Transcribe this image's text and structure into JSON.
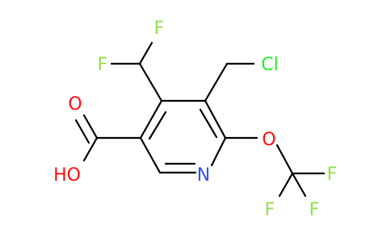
{
  "molecule": {
    "atoms": {
      "F_top": {
        "label": "F",
        "color": "#90E050"
      },
      "F_left": {
        "label": "F",
        "color": "#90E050"
      },
      "Cl": {
        "label": "Cl",
        "color": "#1FF01F"
      },
      "O_carbonyl": {
        "label": "O",
        "color": "#FF0D0D"
      },
      "OH": {
        "label": "HO",
        "color": "#FF0D0D"
      },
      "N": {
        "label": "N",
        "color": "#3050F8"
      },
      "O_ether": {
        "label": "O",
        "color": "#FF0D0D"
      },
      "F_cf3_right": {
        "label": "F",
        "color": "#90E050"
      },
      "F_cf3_bottom_left": {
        "label": "F",
        "color": "#90E050"
      },
      "F_cf3_bottom_right": {
        "label": "F",
        "color": "#90E050"
      }
    },
    "bond_color": "#000000"
  }
}
